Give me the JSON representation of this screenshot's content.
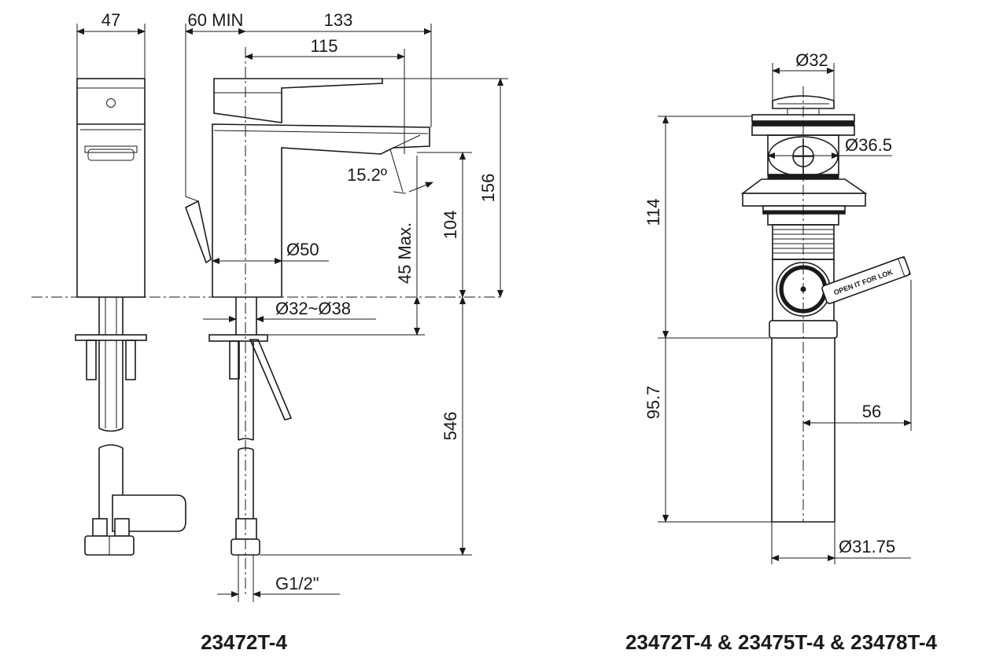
{
  "faucet": {
    "dims": {
      "width_47": "47",
      "min_60": "60 MIN",
      "len_133": "133",
      "len_115": "115",
      "angle": "15.2º",
      "height_156": "156",
      "height_104": "104",
      "max_45": "45 Max.",
      "dia_50": "Ø50",
      "hole": "Ø32~Ø38",
      "hose_546": "546",
      "thread": "G1/2\""
    },
    "caption": "23472T-4"
  },
  "drain": {
    "dims": {
      "dia_32": "Ø32",
      "dia_36_5": "Ø36.5",
      "height_114": "114",
      "height_95_7": "95.7",
      "len_56": "56",
      "dia_31_75": "Ø31.75"
    },
    "lever_tag": "OPEN IT FOR LOK",
    "caption": "23472T-4 & 23475T-4 & 23478T-4"
  }
}
